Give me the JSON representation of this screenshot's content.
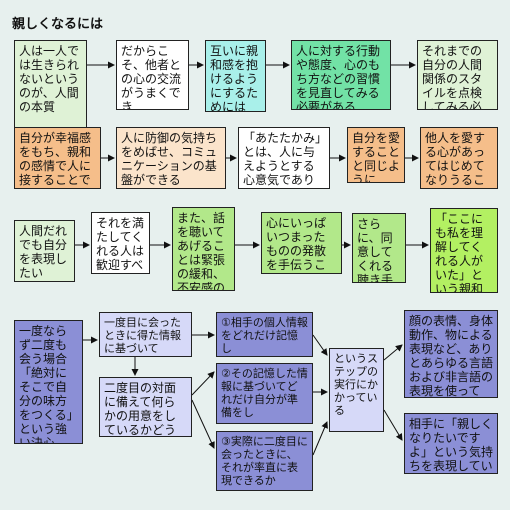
{
  "title": "親しくなるには",
  "rows": [
    [
      "人は一人では生きられないというのが、人間の本質",
      "だからこそ、他者との心の交流がうまくでき",
      "互いに親和感を抱けるようにするためには",
      "人に対する行動や態度、心のもち方などの習慣を見直してみる必要がある",
      "それまでの自分の人間関係のスタイルを点検してみる必要がある"
    ],
    [
      "自分が幸福感をもち、親和の感情で人に接することで",
      "人に防御の気持ちをめばせ、コミュニケーションの基盤ができる",
      "「あたたかみ」とは、人に与えようとする心意気であり",
      "自分を愛することと同じように",
      "他人を愛する心があってはじめてなりうること"
    ],
    [
      "人間だれでも自分を表現したい",
      "それを満たしてくれる人は歓迎すべき人",
      "また、話を聴いてあげることは緊張の緩和、不安感の解消など",
      "心にいっぱいつまったものの発散を手伝うことになる",
      "さらに、同意してくれる聴き手がいたら",
      "「ここにも私を理解してくれる人がいた」という親和感がわく"
    ]
  ],
  "flow": {
    "intro": "一度ならず二度も会う場合「絶対にそこで自分の味方をつくる」という強い決心が、まず必要",
    "first_meeting": "一度目に会ったときに得た情報に基づいて",
    "second_prep": "二度目の対面に備えて何らかの用意をしているかどうか",
    "check1": "①相手の個人情報をどれだけ記憶し",
    "check2": "②その記憶した情報に基づいてどれだけ自分が準備をし",
    "check3": "③実際に二度目に会ったときに、それが率直に表現できるか",
    "step": "というステップの実行にかかっている",
    "express": "顔の表情、身体動作、物による表現など、ありとあらゆる言語および非言語の表現を使って",
    "message": "相手に「親しくなりたいですよ」という気持ちを表現していく"
  }
}
